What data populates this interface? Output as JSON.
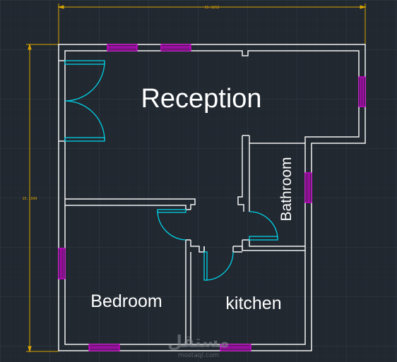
{
  "labels": {
    "reception": "Reception",
    "bathroom": "Bathroom",
    "bedroom": "Bedroom",
    "kitchen": "kitchen"
  },
  "dimensions": {
    "top": "15.1252",
    "left": "15.1999"
  },
  "watermark": {
    "logo": "مستقل",
    "site": "mostaql.com"
  },
  "colors": {
    "background": "#212830",
    "grid": "#2e3640",
    "wall": "#f2f2f2",
    "window": "#d400d4",
    "door": "#00d2e6",
    "dimension": "#d9a300"
  }
}
